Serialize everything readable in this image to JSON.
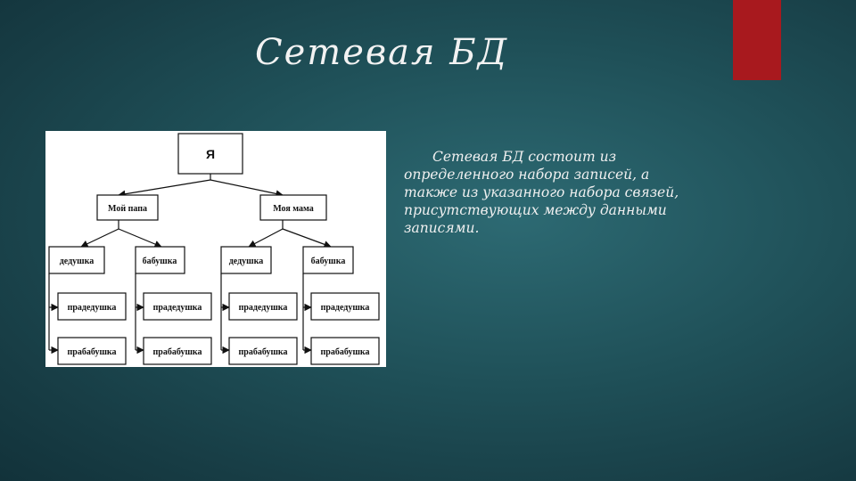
{
  "slide": {
    "title": "Сетевая БД",
    "body": "Сетевая БД  состоит из определенного набора записей, а также из указанного набора связей, присутствующих между данными записями.",
    "accent_color": "#a8191e"
  },
  "diagram": {
    "root": "Я",
    "parents": [
      "Мой папа",
      "Моя мама"
    ],
    "grandparents": [
      "дедушка",
      "бабушка",
      "дедушка",
      "бабушка"
    ],
    "great_grandfathers": [
      "прадедушка",
      "прадедушка",
      "прадедушка",
      "прадедушка"
    ],
    "great_grandmothers": [
      "прабабушка",
      "прабабушка",
      "прабабушка",
      "прабабушка"
    ]
  }
}
